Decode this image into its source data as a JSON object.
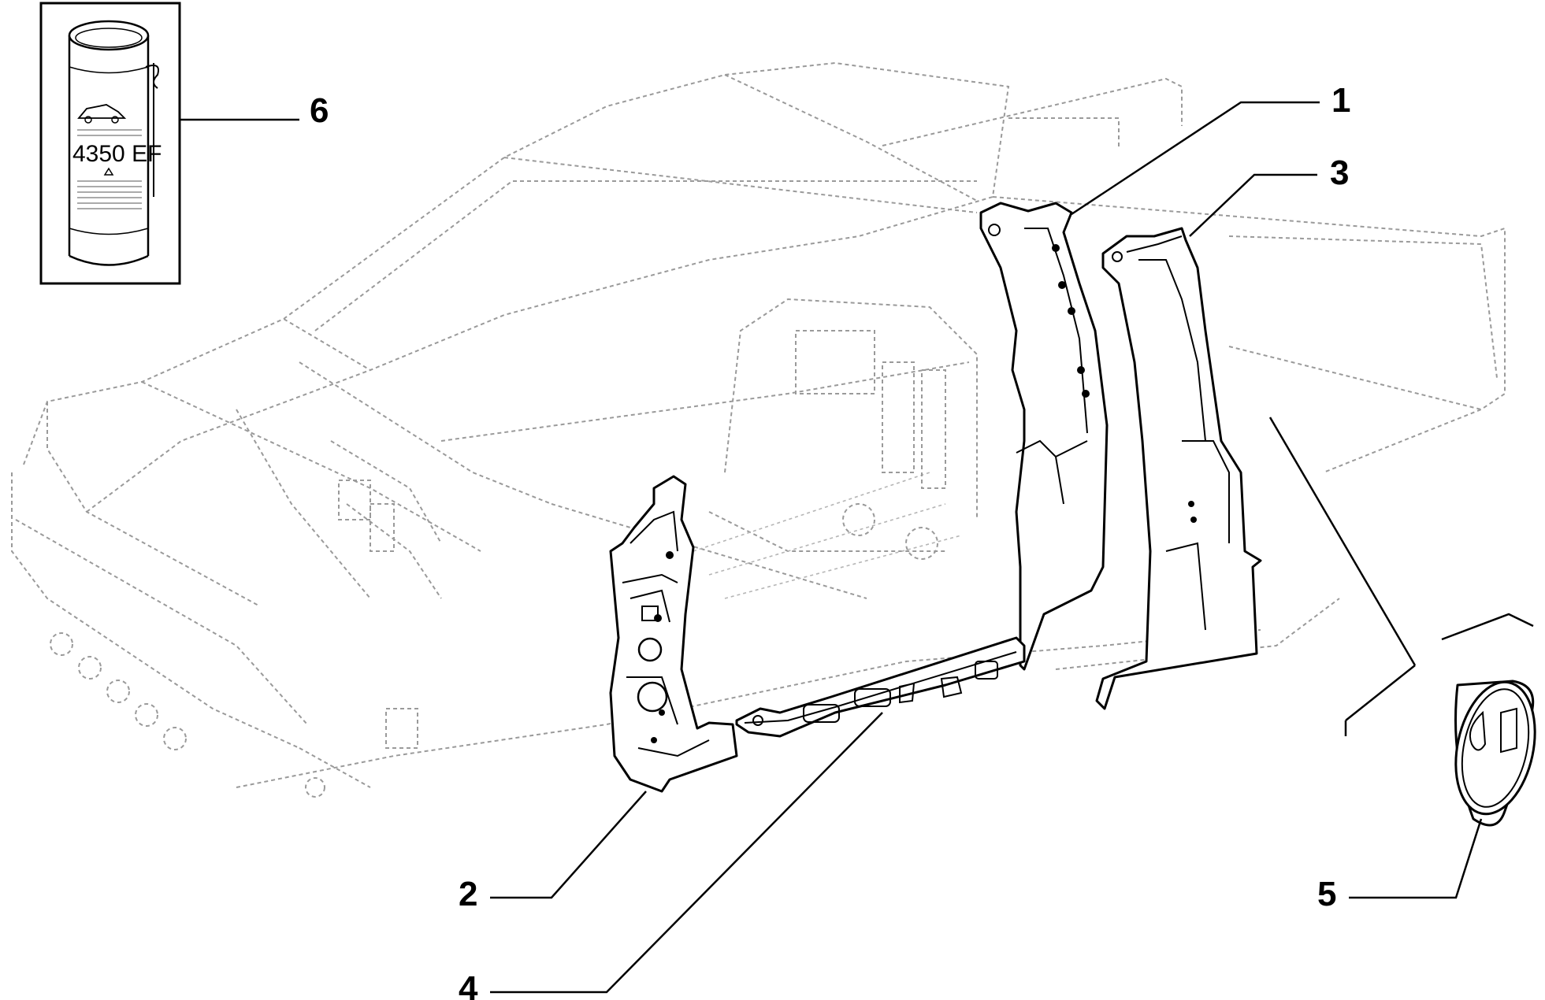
{
  "callouts": [
    "1",
    "2",
    "3",
    "4",
    "5",
    "6"
  ],
  "inset": {
    "can_label": "4350 EF"
  },
  "colors": {
    "line": "#000000",
    "ghost": "#9a9a9a",
    "background": "#ffffff"
  }
}
